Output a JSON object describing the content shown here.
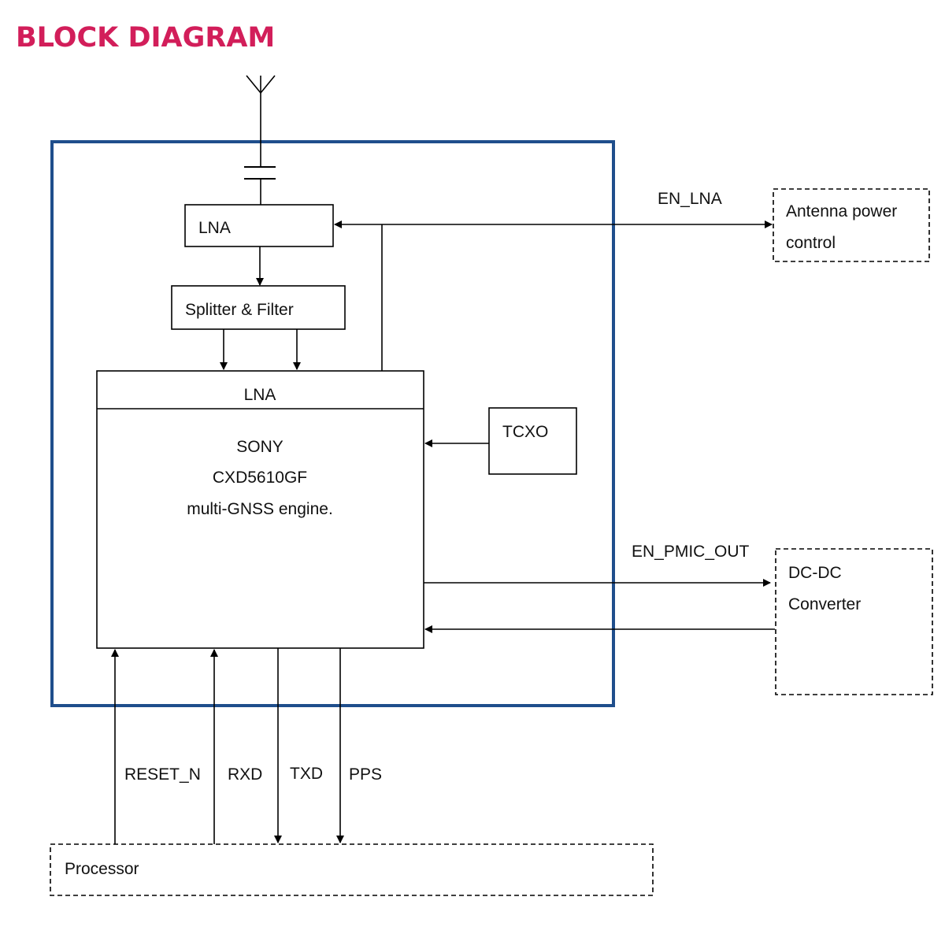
{
  "title": "BLOCK DIAGRAM",
  "colors": {
    "title": "#d21e5a",
    "module_border": "#1f4e8c",
    "line": "#000000"
  },
  "blocks": {
    "lna_top": "LNA",
    "splitter": "Splitter & Filter",
    "chip_header": "LNA",
    "chip_line1": "SONY",
    "chip_line2": "CXD5610GF",
    "chip_line3": "multi-GNSS engine.",
    "tcxo": "TCXO",
    "antenna_ctrl_line1": "Antenna power",
    "antenna_ctrl_line2": "control",
    "dcdc_line1": "DC-DC",
    "dcdc_line2": "Converter",
    "processor": "Processor"
  },
  "signals": {
    "en_lna": "EN_LNA",
    "en_pmic_out": "EN_PMIC_OUT",
    "reset_n": "RESET_N",
    "rxd": "RXD",
    "txd": "TXD",
    "pps": "PPS"
  },
  "icons": {
    "antenna": "antenna-icon",
    "capacitor": "capacitor-icon"
  }
}
